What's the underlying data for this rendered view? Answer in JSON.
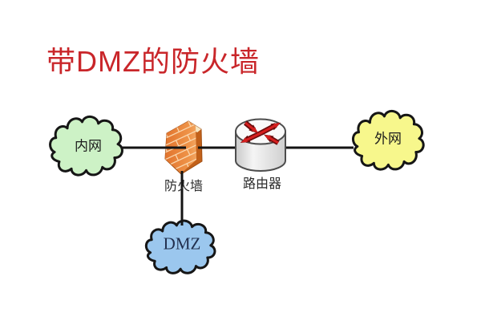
{
  "title": {
    "text": "带DMZ的防火墙",
    "color": "#c9262a"
  },
  "diagram": {
    "line_color": "#141414",
    "nodes": {
      "internal": {
        "id": "internal-network",
        "label": "内网",
        "type": "cloud",
        "fill": "#cdf2c6"
      },
      "firewall": {
        "id": "firewall",
        "label": "防火墙",
        "type": "firewall-brick-wall",
        "fill": "#e8832f"
      },
      "router": {
        "id": "router",
        "label": "路由器",
        "type": "router-cylinder",
        "fill": "#e9e9e9",
        "arrow_color": "#d61f1f"
      },
      "external": {
        "id": "external-network",
        "label": "外网",
        "type": "cloud",
        "fill": "#f7f78c"
      },
      "dmz": {
        "id": "dmz",
        "label": "DMZ",
        "type": "cloud",
        "fill": "#9bc7ee",
        "label_color": "#22304f"
      }
    },
    "connections": [
      {
        "from": "internal-network",
        "to": "firewall"
      },
      {
        "from": "firewall",
        "to": "router"
      },
      {
        "from": "router",
        "to": "external-network"
      },
      {
        "from": "firewall",
        "to": "dmz"
      }
    ]
  }
}
